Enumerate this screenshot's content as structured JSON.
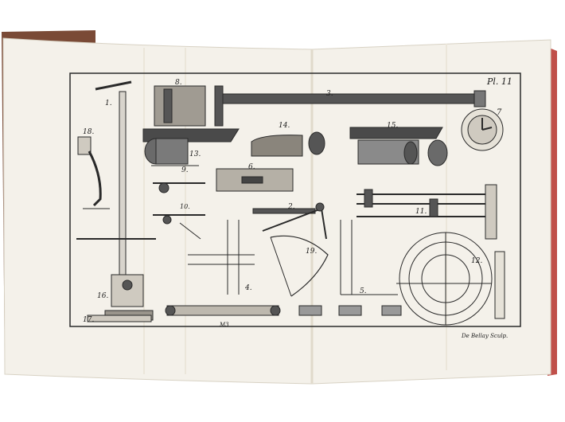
{
  "plate": {
    "plate_number": "Pl. 11",
    "engraver_signature": "De Bellay Sculp.",
    "figure_numbers": [
      "1.",
      "2.",
      "3.",
      "4.",
      "5.",
      "6.",
      "7",
      "8.",
      "9.",
      "10.",
      "11.",
      "12.",
      "13.",
      "14.",
      "15.",
      "16.",
      "17.",
      "18.",
      "19."
    ],
    "scale_label": "M3",
    "colors": {
      "background": "#ffffff",
      "paper": "#f4f1ea",
      "ink": "#2a2a2a",
      "cover": "#7a4a36",
      "edge": "#c0504a"
    }
  }
}
